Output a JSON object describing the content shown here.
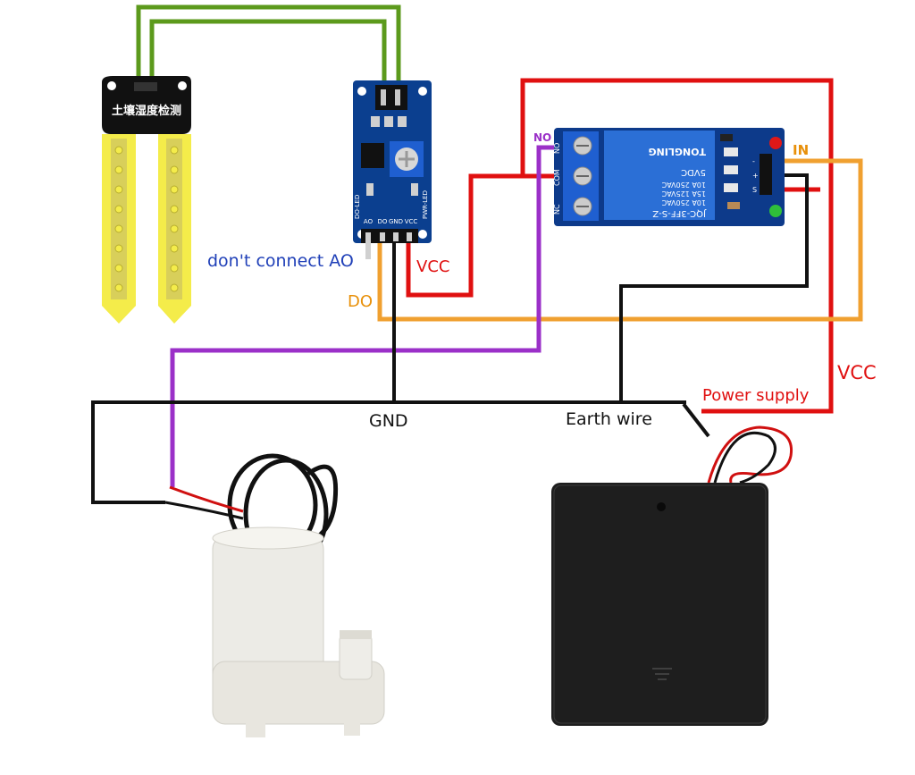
{
  "labels": {
    "ao_note": "don't connect AO",
    "vcc_sensor": "VCC",
    "do": "DO",
    "no": "NO",
    "in": "IN",
    "vcc_relay": "VCC",
    "power_supply": "Power supply",
    "gnd": "GND",
    "earth_wire": "Earth wire"
  },
  "probe": {
    "chinese_text": "土壤湿度检测"
  },
  "module": {
    "pin_labels": [
      "AO",
      "DO",
      "GND",
      "VCC"
    ],
    "side_left": "DO-LED",
    "side_right": "PWR-LED"
  },
  "relay": {
    "terminal_labels": [
      "NO",
      "COM",
      "NC"
    ],
    "coil_lines": [
      "JQC-3FF-S-Z",
      "10A 250VAC",
      "15A 125VAC",
      "10A 250VAC",
      "5VDC",
      "TONGLING"
    ],
    "pin_labels": [
      "-",
      "+",
      "S"
    ]
  },
  "colors": {
    "wire_green": "#5c9a1c",
    "wire_red": "#e01010",
    "wire_orange": "#f0a030",
    "wire_purple": "#9b30c8",
    "wire_black": "#111111",
    "label_blue": "#2040b8",
    "label_red": "#e01010",
    "label_orange": "#e8900a",
    "relay_blue": "#2b6fd6",
    "module_blue": "#0b3f8f"
  },
  "icons": [
    "soil-probe",
    "sensor-module",
    "relay-module",
    "water-pump",
    "battery-box"
  ]
}
